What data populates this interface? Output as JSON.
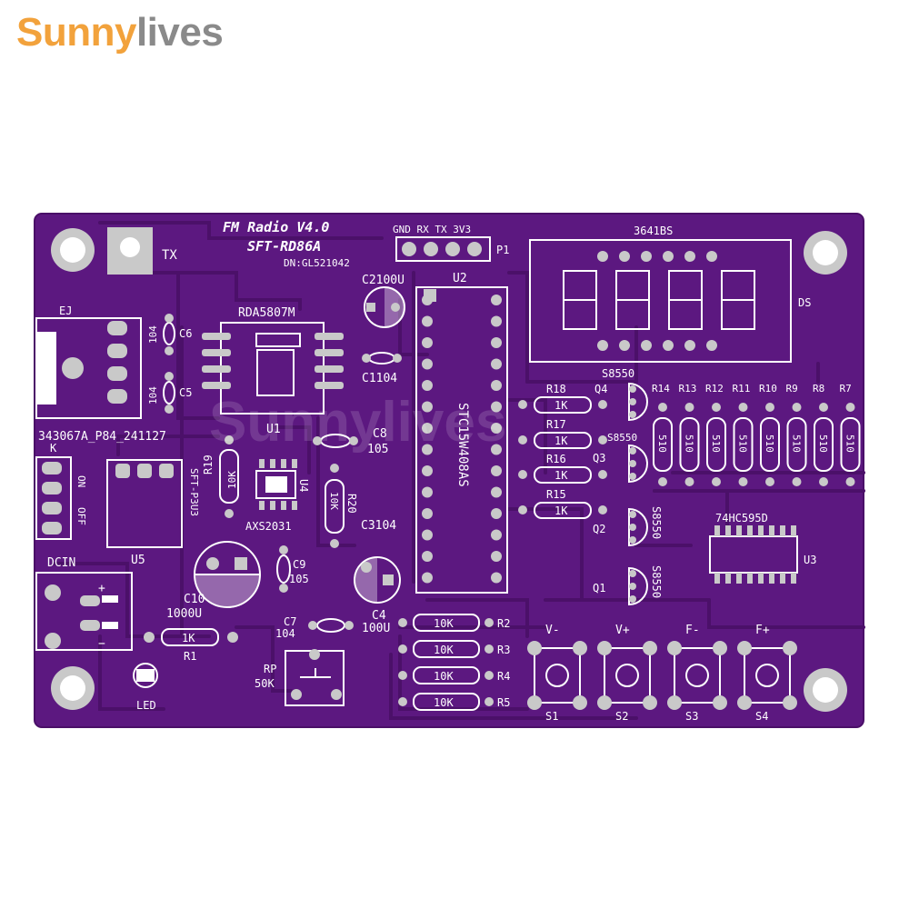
{
  "brand": {
    "part1": "Sunny",
    "part2": "lives",
    "watermark": "Sunnylives"
  },
  "colors": {
    "board": "#5c1880",
    "silk": "#ffffff",
    "pad": "#c9c9c9",
    "trace": "#4b1069",
    "brand_orange": "#f2a23c",
    "brand_gray": "#8a8a8a"
  },
  "silk": {
    "title1": "FM Radio V4.0",
    "title2": "SFT-RD86A",
    "dn": "DN:GL521042",
    "tx": "TX",
    "header_pins": "GND RX TX 3V3",
    "p1": "P1",
    "display": "3641BS",
    "ds": "DS",
    "ej": "EJ",
    "jack_part": "343067A_P84_241127",
    "rda": "RDA5807M",
    "u1": "U1",
    "c6": "C6",
    "c6v": "104",
    "c5": "C5",
    "c5v": "104",
    "c2": "C2100U",
    "u2": "U2",
    "c1": "C1104",
    "mcu": "STC15W408AS",
    "c8": "C8",
    "c8v": "105",
    "r19": "R19",
    "r19v": "10K",
    "u4": "U4",
    "axs": "AXS2031",
    "r20": "R20",
    "r20v": "10K",
    "k": "K",
    "on": "ON",
    "off": "OFF",
    "u5": "U5",
    "sft": "SFT-P3U3",
    "c3": "C3104",
    "c9": "C9",
    "c9v": "105",
    "c10": "C10",
    "c10v": "1000U",
    "dcin": "DCIN",
    "plus": "+",
    "minus": "−",
    "c7": "C7",
    "c7v": "104",
    "c4": "C4",
    "c4v": "100U",
    "r1": "R1",
    "r1v": "1K",
    "rp": "RP",
    "rpv": "50K",
    "led": "LED",
    "r2": "R2",
    "r3": "R3",
    "r4": "R4",
    "r5": "R5",
    "r_10k": "10K",
    "r18": "R18",
    "r17": "R17",
    "r16": "R16",
    "r15": "R15",
    "r_1k": "1K",
    "q4": "Q4",
    "q3": "Q3",
    "q2": "Q2",
    "q1": "Q1",
    "s8550": "S8550",
    "r_labels": [
      "R14",
      "R13",
      "R12",
      "R11",
      "R10",
      "R9",
      "R8",
      "R7"
    ],
    "r_510": "510",
    "hc": "74HC595D",
    "u3": "U3",
    "buttons": [
      {
        "top": "V-",
        "bottom": "S1"
      },
      {
        "top": "V+",
        "bottom": "S2"
      },
      {
        "top": "F-",
        "bottom": "S3"
      },
      {
        "top": "F+",
        "bottom": "S4"
      }
    ]
  }
}
